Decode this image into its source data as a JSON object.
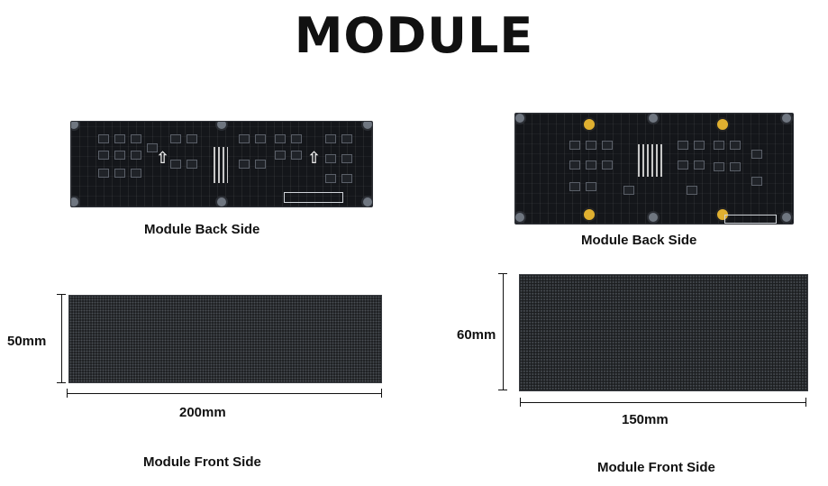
{
  "title": "MODULE",
  "left": {
    "back_caption": "Module Back Side",
    "front_caption": "Module Front Side",
    "height_label": "50mm",
    "width_label": "200mm"
  },
  "right": {
    "back_caption": "Module Back Side",
    "front_caption": "Module Front Side",
    "height_label": "60mm",
    "width_label": "150mm"
  },
  "colors": {
    "pcb": "#14161a",
    "led_panel": "#1c1e20",
    "pad_gold": "#e0b030"
  },
  "icons": [
    "arrow-up-icon"
  ]
}
